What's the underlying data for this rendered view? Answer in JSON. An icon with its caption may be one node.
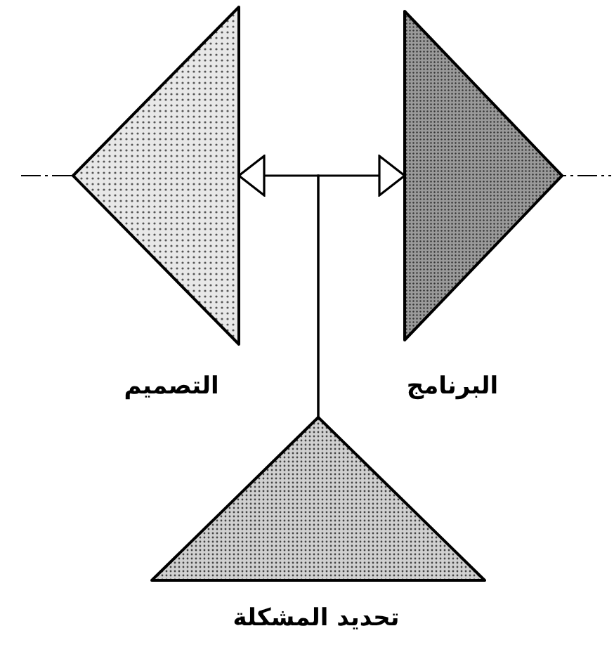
{
  "diagram": {
    "nodes": [
      {
        "text": [
          "التصميم"
        ]
      },
      {
        "text": [
          "البرنامج"
        ]
      },
      {
        "text": [
          "تحديد المشكلة"
        ]
      }
    ],
    "edges": [
      {
        "from": 2,
        "to": 0,
        "arrow": "to"
      },
      {
        "from": 2,
        "to": 1,
        "arrow": "to"
      }
    ]
  }
}
